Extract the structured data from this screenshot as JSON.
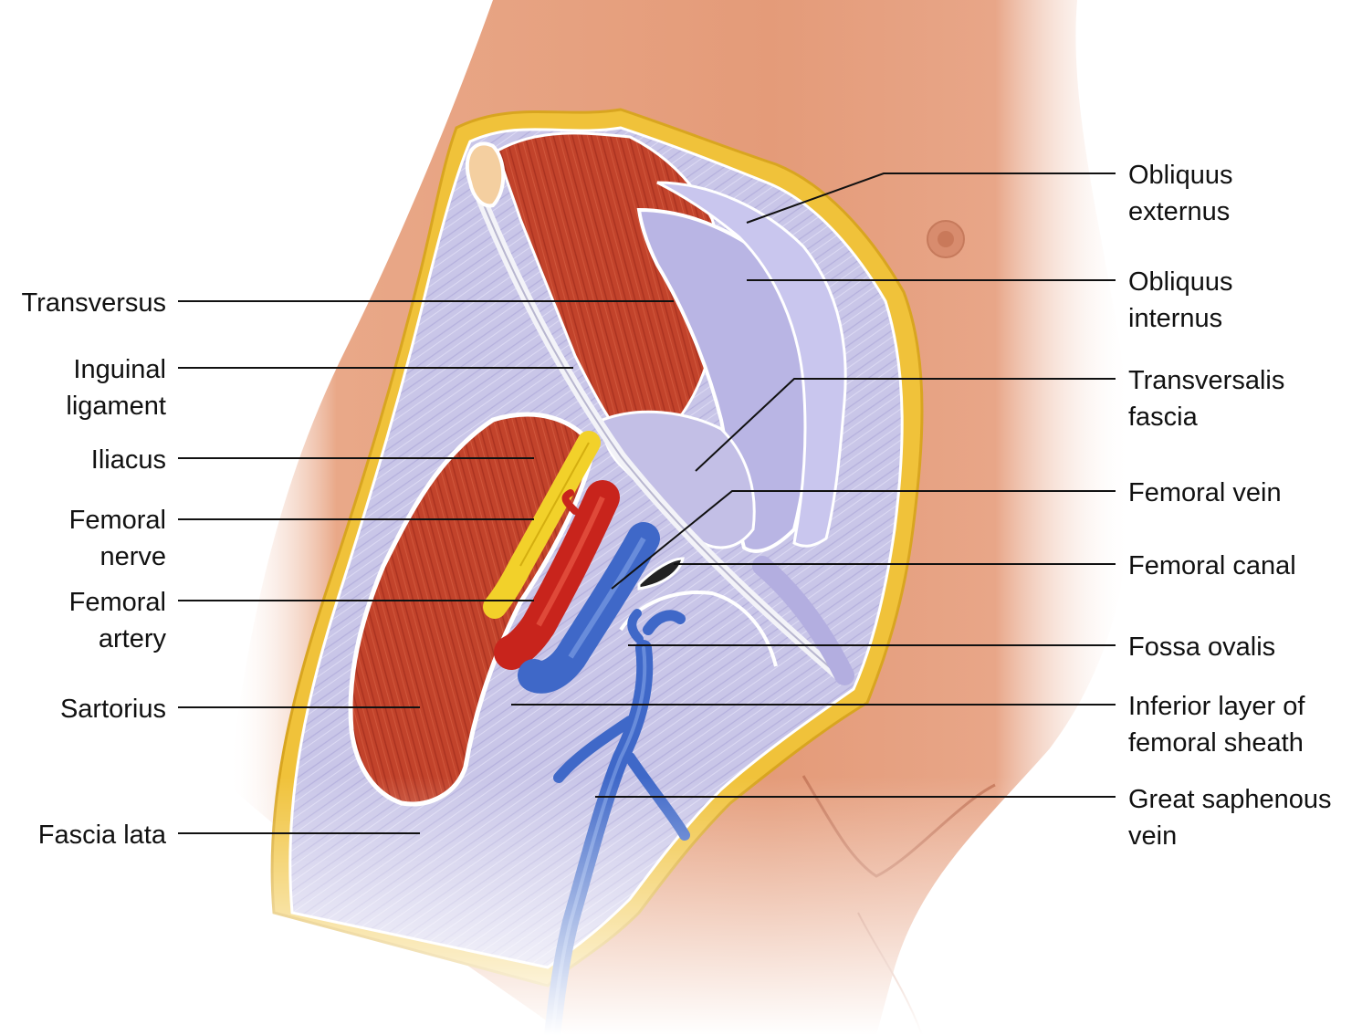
{
  "colors": {
    "skin": "#e7a383",
    "skin_dark": "#d9896a",
    "fat": "#f0c23a",
    "fascia": "#c5c2e6",
    "fascia_light": "#dcdaf3",
    "muscle": "#c0402a",
    "muscle_dark": "#9c2e1e",
    "artery": "#c8241c",
    "vein": "#3f68c8",
    "nerve": "#f2d12a",
    "ligament": "#f1f1f6",
    "leader_line": "#111111"
  },
  "labels": {
    "left": [
      {
        "id": "transversus",
        "lines": [
          "Transversus"
        ]
      },
      {
        "id": "inguinal-ligament",
        "lines": [
          "Inguinal",
          "ligament"
        ]
      },
      {
        "id": "iliacus",
        "lines": [
          "Iliacus"
        ]
      },
      {
        "id": "femoral-nerve",
        "lines": [
          "Femoral",
          "nerve"
        ]
      },
      {
        "id": "femoral-artery",
        "lines": [
          "Femoral",
          "artery"
        ]
      },
      {
        "id": "sartorius",
        "lines": [
          "Sartorius"
        ]
      },
      {
        "id": "fascia-lata",
        "lines": [
          "Fascia lata"
        ]
      }
    ],
    "right": [
      {
        "id": "obliquus-externus",
        "lines": [
          "Obliquus",
          "externus"
        ]
      },
      {
        "id": "obliquus-internus",
        "lines": [
          "Obliquus",
          "internus"
        ]
      },
      {
        "id": "transversalis-fascia",
        "lines": [
          "Transversalis",
          "fascia"
        ]
      },
      {
        "id": "femoral-vein",
        "lines": [
          "Femoral vein"
        ]
      },
      {
        "id": "femoral-canal",
        "lines": [
          "Femoral canal"
        ]
      },
      {
        "id": "fossa-ovalis",
        "lines": [
          "Fossa ovalis"
        ]
      },
      {
        "id": "inferior-layer-femoral-sheath",
        "lines": [
          "Inferior layer of",
          "femoral sheath"
        ]
      },
      {
        "id": "great-saphenous-vein",
        "lines": [
          "Great saphenous",
          "vein"
        ]
      }
    ]
  }
}
